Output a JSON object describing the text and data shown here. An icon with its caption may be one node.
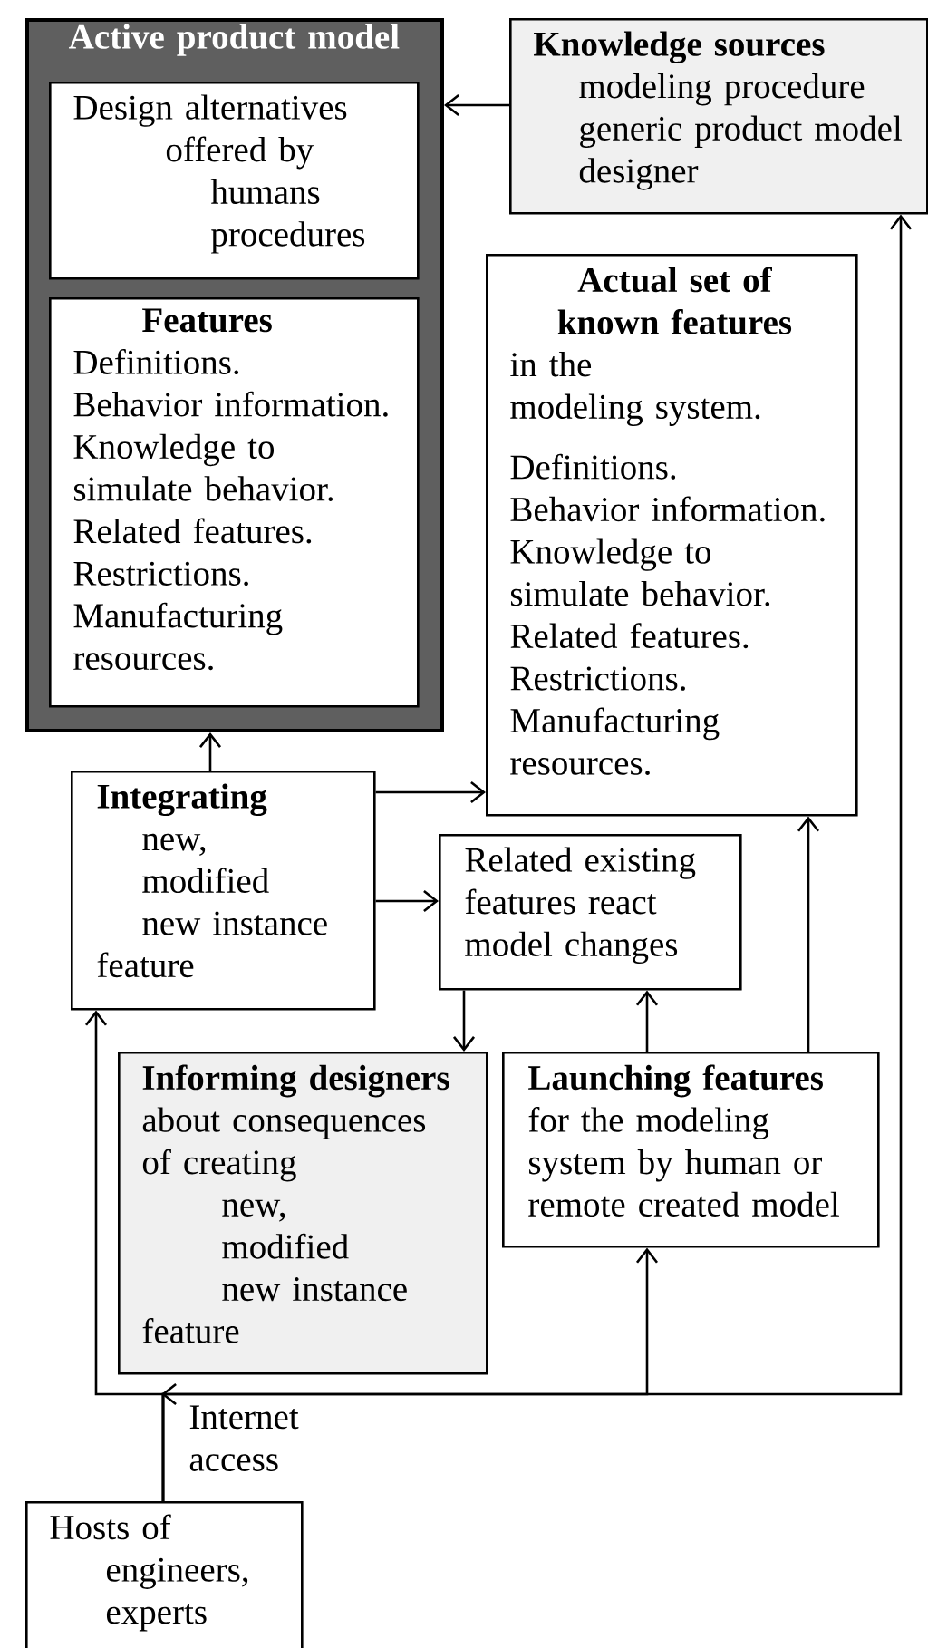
{
  "diagram": {
    "nodes": [
      {
        "text": [
          "Active product model"
        ]
      },
      {
        "text": [
          "Design alternatives",
          "offered by",
          "humans",
          "procedures"
        ],
        "in": 0
      },
      {
        "text": [
          "Features",
          "Definitions.",
          "Behavior information.",
          "Knowledge to simulate behavior.",
          "Related features.",
          "Restrictions.",
          "Manufacturing resources."
        ],
        "in": 0
      },
      {
        "text": [
          "Knowledge sources",
          "modeling procedure",
          "generic product model",
          "designer"
        ]
      },
      {
        "text": [
          "Actual set of known features",
          "in the",
          "modeling system.",
          "Definitions.",
          "Behavior information.",
          "Knowledge to simulate behavior.",
          "Related features.",
          "Restrictions.",
          "Manufacturing resources."
        ]
      },
      {
        "text": [
          "Integrating",
          "new,",
          "modified",
          "new instance",
          "feature"
        ]
      },
      {
        "text": [
          "Related existing features react model changes"
        ]
      },
      {
        "text": [
          "Informing designers",
          "about consequences of creating",
          "new,",
          "modified",
          "new instance",
          "feature"
        ]
      },
      {
        "text": [
          "Launching features",
          "for the modeling system by human or remote created model"
        ]
      },
      {
        "text": [
          "Hosts of",
          "engineers,",
          "experts"
        ]
      }
    ],
    "edges": [
      {
        "from": 3,
        "to": 0,
        "arrow": "to"
      },
      {
        "from": 5,
        "to": 0,
        "arrow": "to"
      },
      {
        "from": 5,
        "to": 4,
        "arrow": "to"
      },
      {
        "from": 5,
        "to": 6,
        "arrow": "to"
      },
      {
        "from": 6,
        "to": 7,
        "arrow": "to"
      },
      {
        "from": 8,
        "to": 6,
        "arrow": "to"
      },
      {
        "from": 8,
        "to": 4,
        "arrow": "to"
      },
      {
        "from": 9,
        "to": 5,
        "arrow": "to",
        "label": "Internet access"
      },
      {
        "from": 9,
        "to": 8,
        "arrow": "to"
      },
      {
        "from": 9,
        "to": 3,
        "arrow": "to"
      }
    ]
  }
}
